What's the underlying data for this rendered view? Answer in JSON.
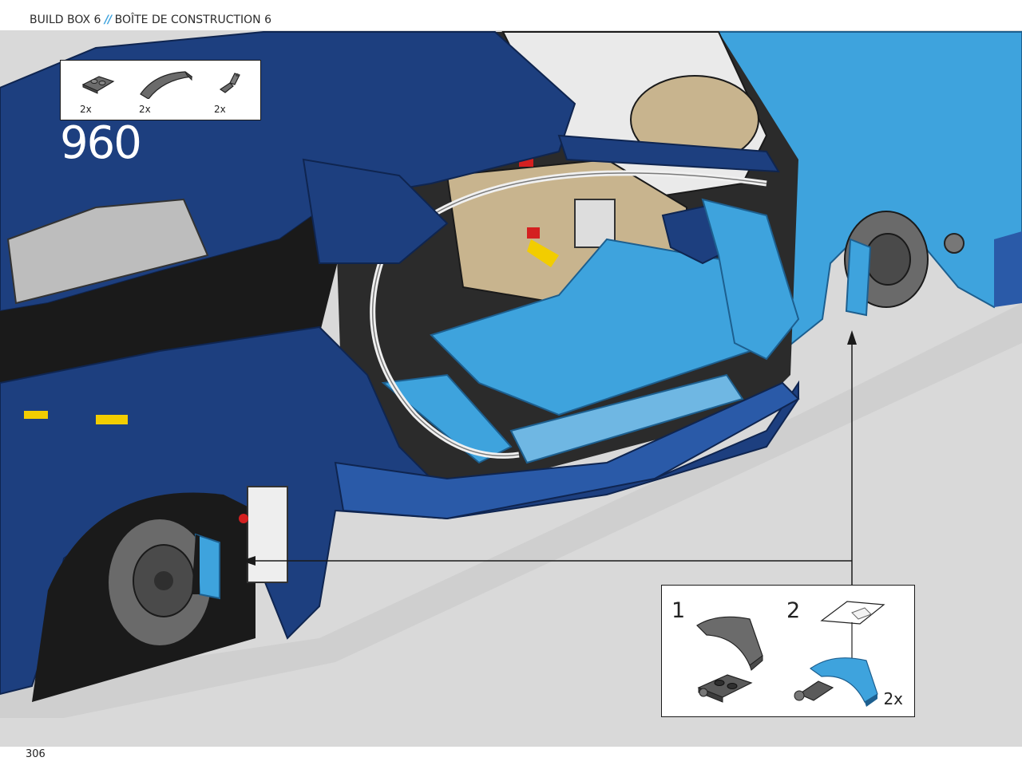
{
  "header": {
    "title_en": "BUILD BOX 6",
    "separator": "//",
    "title_fr": "BOÎTE DE CONSTRUCTION 6"
  },
  "parts_callout": {
    "items": [
      {
        "icon": "dark-gray-plate-with-clips-icon",
        "qty": "2x"
      },
      {
        "icon": "dark-gray-curved-slope-icon",
        "qty": "2x"
      },
      {
        "icon": "dark-gray-bracket-icon",
        "qty": "2x"
      }
    ]
  },
  "step": {
    "number": "960"
  },
  "substeps": {
    "first": {
      "number": "1"
    },
    "second": {
      "number": "2",
      "qty": "2x"
    }
  },
  "footer": {
    "page_number": "306"
  },
  "colors": {
    "dark_blue": "#1d3f7f",
    "light_blue": "#3ea3dd",
    "background": "#d9d9d9",
    "dark_gray": "#5c5c5c",
    "tan": "#c8b48e"
  }
}
